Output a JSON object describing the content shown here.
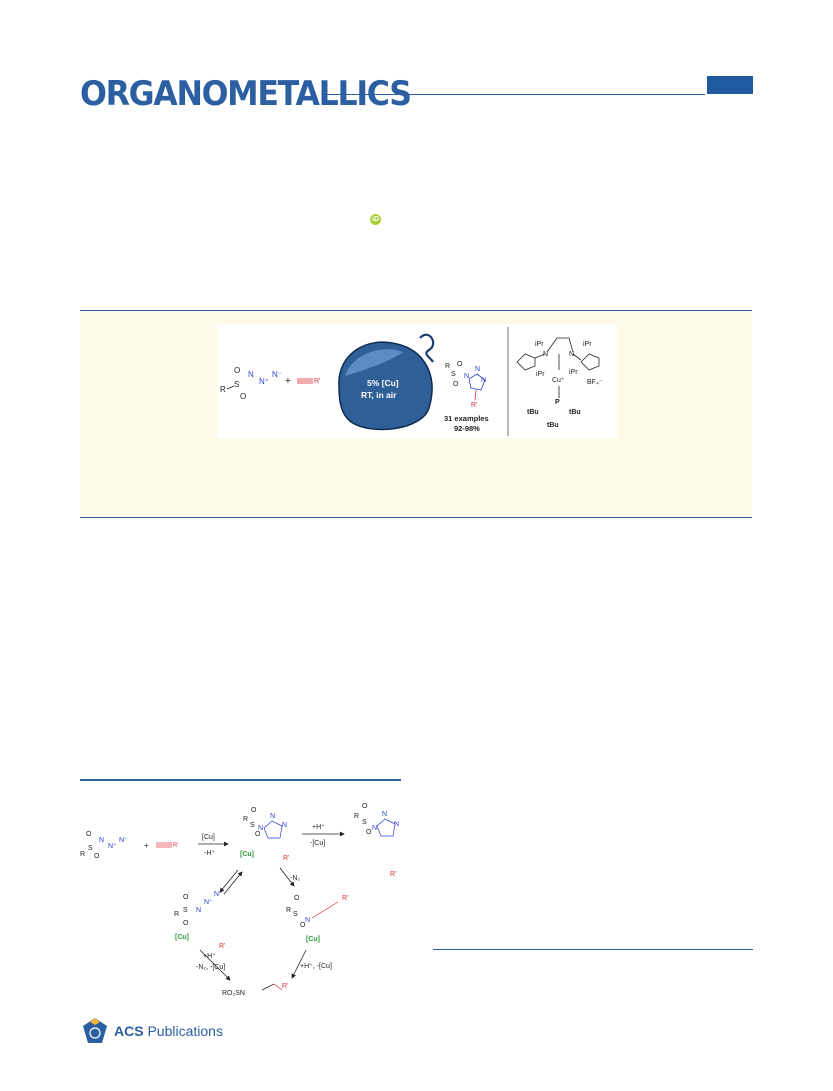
{
  "journal": {
    "name": "ORGANOMETALLICS"
  },
  "orcid": {
    "label": "iD"
  },
  "toc": {
    "mouse_text_line1": "5% [Cu]",
    "mouse_text_line2": "RT, in air",
    "examples": "31 examples",
    "yield": "92-98%",
    "labels": {
      "R": "R",
      "S": "S",
      "O": "O",
      "N": "N",
      "N_plus": "N⁺",
      "N_minus": "N⁻",
      "R_prime": "R'",
      "iPr": "iPr",
      "Cu_plus": "Cu⁺",
      "BF4": "BF₄⁻",
      "P": "P",
      "tBu": "tBu"
    }
  },
  "scheme": {
    "cu": "[Cu]",
    "minus_h": "-H⁺",
    "plus_h": "+H⁺",
    "minus_cu": "-[Cu]",
    "minus_n2": "-N₂",
    "minus_n2_cu": "-N₂, -[Cu]",
    "plus_h_minus_cu": "+H⁺, -[Cu]",
    "ketenimine": "RO₂SN",
    "colors": {
      "cu_green": "#2e9a3f",
      "azide_blue": "#2d3fcf",
      "alkyne_red": "#e0303a"
    }
  },
  "footer": {
    "brand": "ACS",
    "brand_suffix": " Publications"
  },
  "colors": {
    "brand_blue": "#2b5fa2",
    "abstract_bg": "#fdfbe8"
  }
}
